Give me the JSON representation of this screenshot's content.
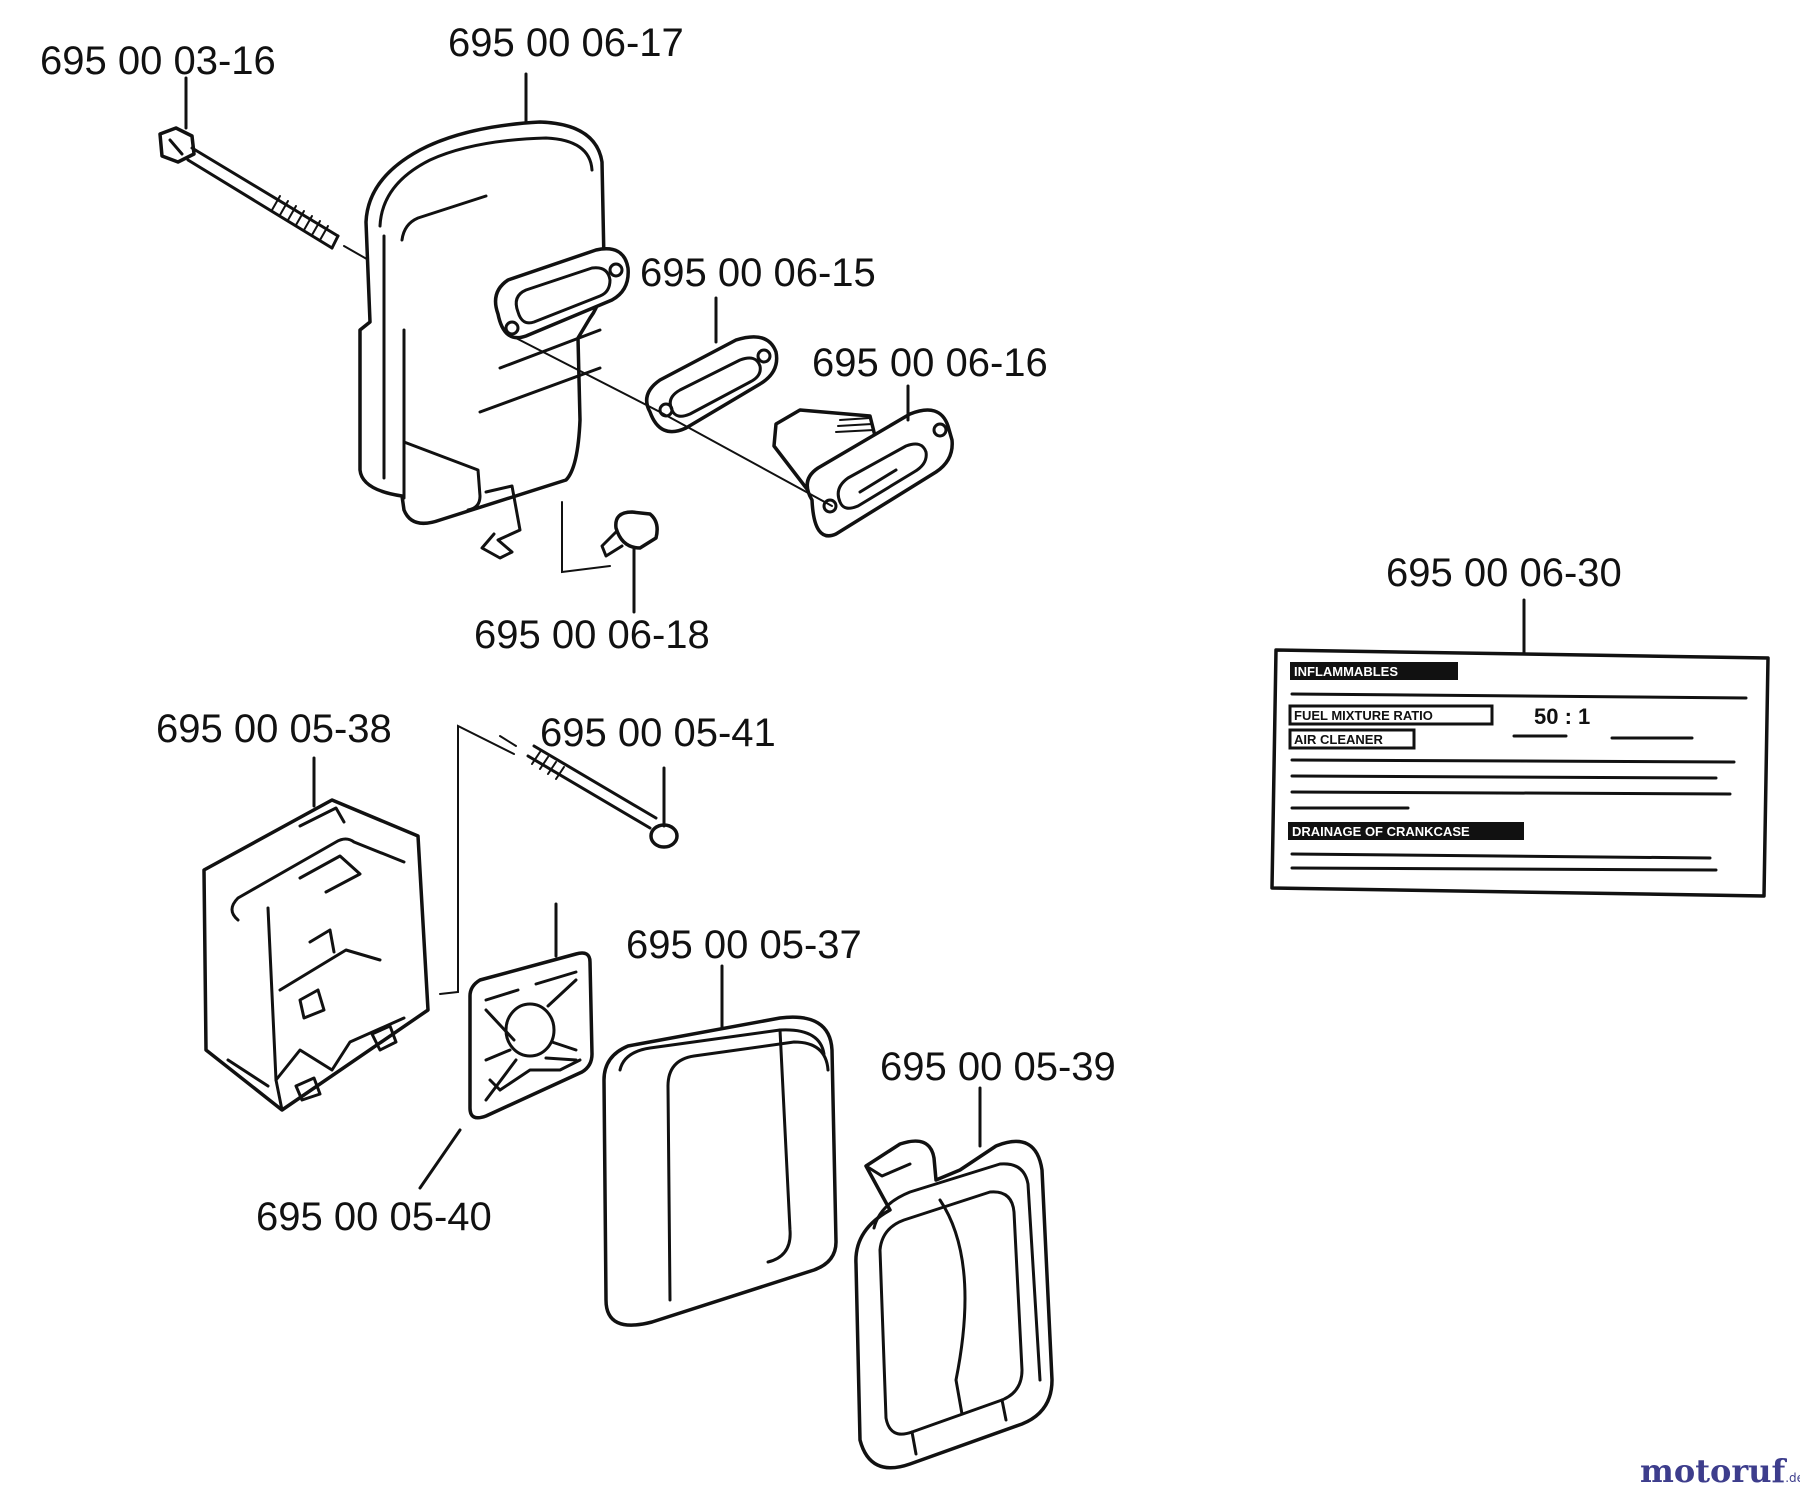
{
  "parts": [
    {
      "number": "695 00 03-16",
      "name": "bolt"
    },
    {
      "number": "695 00 06-17",
      "name": "muffler"
    },
    {
      "number": "695 00 06-15",
      "name": "gasket"
    },
    {
      "number": "695 00 06-16",
      "name": "flange"
    },
    {
      "number": "695 00 06-18",
      "name": "screw"
    },
    {
      "number": "695 00 06-30",
      "name": "decal"
    },
    {
      "number": "695 00 05-38",
      "name": "air-cleaner-housing"
    },
    {
      "number": "695 00 05-41",
      "name": "air-cleaner-screw"
    },
    {
      "number": "695 00 05-37",
      "name": "air-filter"
    },
    {
      "number": "695 00 05-40",
      "name": "filter-plate"
    },
    {
      "number": "695 00 05-39",
      "name": "air-cleaner-cover"
    }
  ],
  "decal": {
    "ratio": "50 : 1",
    "tags": [
      "INFLAMMABLES",
      "FUEL MIXTURE RATIO",
      "AIR CLEANER",
      "DRAINAGE OF CRANKCASE"
    ]
  },
  "watermark": {
    "main": "motoruf",
    "suffix": ".de",
    "color_dark": "#3d3d8c",
    "color_light": "#c9a227"
  }
}
